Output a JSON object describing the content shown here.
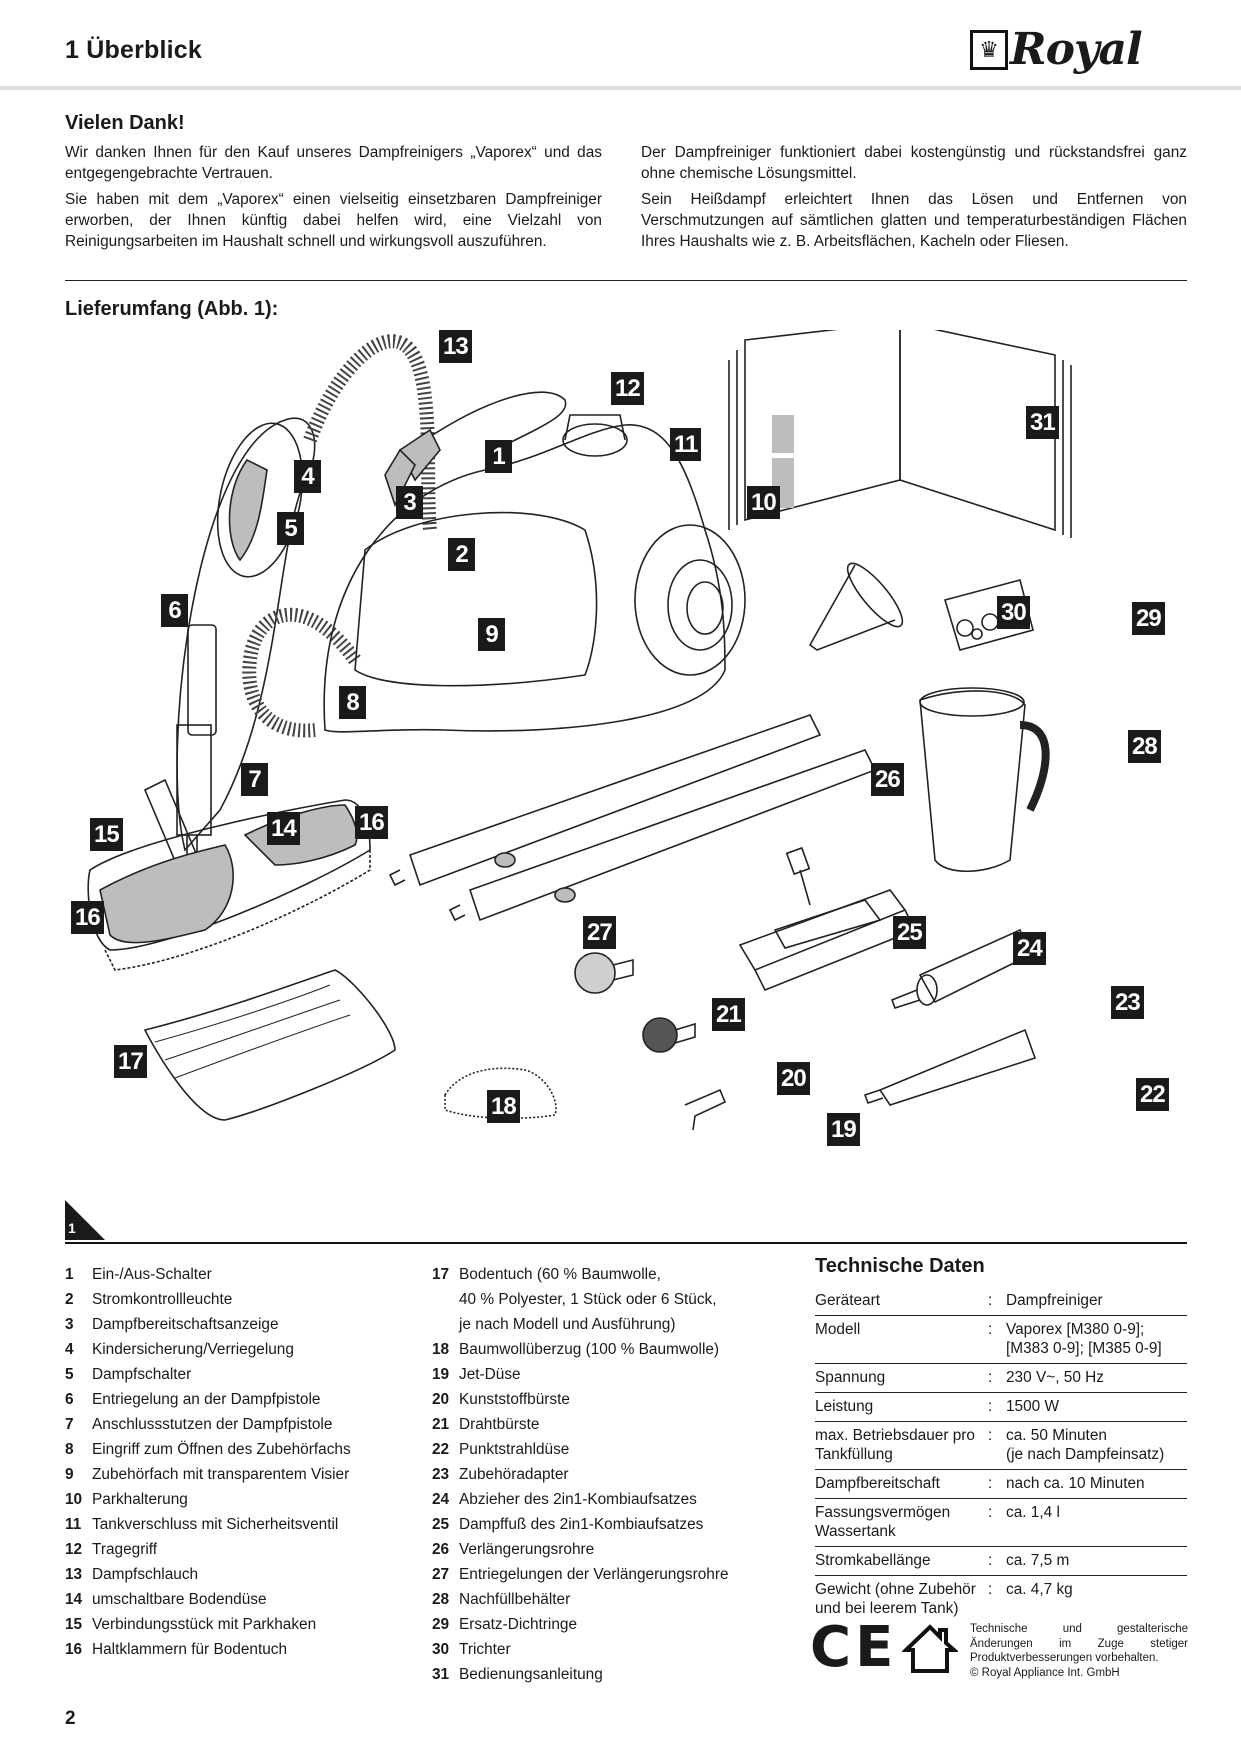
{
  "header": {
    "chapter_title": "1  Überblick",
    "brand": "Royal",
    "brand_emblem": "crown-icon"
  },
  "intro": {
    "heading": "Vielen Dank!",
    "left_paragraphs": [
      "Wir danken Ihnen für den Kauf unseres Dampfreinigers „Vaporex“ und das entgegengebrachte Vertrauen.",
      "Sie haben mit dem „Vaporex“ einen vielseitig einsetzbaren Dampfreiniger erworben, der Ihnen künftig dabei helfen wird, eine Vielzahl von Reinigungsarbeiten im Haushalt schnell und wirkungsvoll auszuführen."
    ],
    "right_paragraphs": [
      "Der Dampfreiniger funktioniert dabei kostengünstig und rückstandsfrei ganz ohne chemische Lösungsmittel.",
      "Sein Heißdampf erleichtert Ihnen das Lösen und Entfernen von Verschmutzungen auf sämtlichen glatten und temperaturbeständigen Flächen Ihres Haushalts wie z. B. Arbeitsflächen, Kacheln oder Fliesen."
    ]
  },
  "scope": {
    "heading": "Lieferumfang (Abb. 1):",
    "figure_number": "1",
    "callouts": [
      "1",
      "2",
      "3",
      "4",
      "5",
      "6",
      "7",
      "8",
      "9",
      "10",
      "11",
      "12",
      "13",
      "14",
      "15",
      "16",
      "16",
      "17",
      "18",
      "19",
      "20",
      "21",
      "22",
      "23",
      "24",
      "25",
      "26",
      "27",
      "28",
      "29",
      "30",
      "31"
    ]
  },
  "legend": {
    "left": [
      {
        "num": "1",
        "text": "Ein-/Aus-Schalter"
      },
      {
        "num": "2",
        "text": "Stromkontrollleuchte"
      },
      {
        "num": "3",
        "text": "Dampfbereitschaftsanzeige"
      },
      {
        "num": "4",
        "text": "Kindersicherung/Verriegelung"
      },
      {
        "num": "5",
        "text": "Dampfschalter"
      },
      {
        "num": "6",
        "text": "Entriegelung an der Dampfpistole"
      },
      {
        "num": "7",
        "text": "Anschlussstutzen der Dampfpistole"
      },
      {
        "num": "8",
        "text": "Eingriff zum Öffnen des Zubehörfachs"
      },
      {
        "num": "9",
        "text": "Zubehörfach mit transparentem Visier"
      },
      {
        "num": "10",
        "text": "Parkhalterung"
      },
      {
        "num": "11",
        "text": "Tankverschluss mit Sicherheitsventil"
      },
      {
        "num": "12",
        "text": "Tragegriff"
      },
      {
        "num": "13",
        "text": "Dampfschlauch"
      },
      {
        "num": "14",
        "text": "umschaltbare Bodendüse"
      },
      {
        "num": "15",
        "text": "Verbindungsstück mit Parkhaken"
      },
      {
        "num": "16",
        "text": "Haltklammern für Bodentuch"
      }
    ],
    "right": [
      {
        "num": "17",
        "text": "Bodentuch (60 % Baumwolle,\n40 % Polyester, 1 Stück oder 6 Stück,\nje nach Modell und Ausführung)"
      },
      {
        "num": "18",
        "text": "Baumwollüberzug (100 % Baumwolle)"
      },
      {
        "num": "19",
        "text": "Jet-Düse"
      },
      {
        "num": "20",
        "text": "Kunststoffbürste"
      },
      {
        "num": "21",
        "text": "Drahtbürste"
      },
      {
        "num": "22",
        "text": "Punktstrahldüse"
      },
      {
        "num": "23",
        "text": "Zubehöradapter"
      },
      {
        "num": "24",
        "text": "Abzieher des 2in1-Kombiaufsatzes"
      },
      {
        "num": "25",
        "text": "Dampffuß des 2in1-Kombiaufsatzes"
      },
      {
        "num": "26",
        "text": "Verlängerungsrohre"
      },
      {
        "num": "27",
        "text": "Entriegelungen der Verlängerungsrohre"
      },
      {
        "num": "28",
        "text": "Nachfüllbehälter"
      },
      {
        "num": "29",
        "text": "Ersatz-Dichtringe"
      },
      {
        "num": "30",
        "text": "Trichter"
      },
      {
        "num": "31",
        "text": "Bedienungsanleitung"
      }
    ]
  },
  "tech": {
    "heading": "Technische Daten",
    "separator": ":",
    "rows": [
      {
        "key": "Geräteart",
        "value": "Dampfreiniger"
      },
      {
        "key": "Modell",
        "value": "Vaporex [M380 0-9];\n[M383 0-9]; [M385 0-9]"
      },
      {
        "key": "Spannung",
        "value": "230 V~, 50 Hz"
      },
      {
        "key": "Leistung",
        "value": "1500 W"
      },
      {
        "key": "max. Betriebsdauer pro\nTankfüllung",
        "value": "ca. 50 Minuten\n(je nach Dampfeinsatz)"
      },
      {
        "key": "Dampfbereitschaft",
        "value": "nach ca. 10 Minuten"
      },
      {
        "key": "Fassungsvermögen\nWassertank",
        "value": "ca. 1,4 l"
      },
      {
        "key": "Stromkabellänge",
        "value": "ca. 7,5 m"
      },
      {
        "key": "Gewicht (ohne Zubehör\nund bei leerem Tank)",
        "value": "ca. 4,7 kg"
      }
    ]
  },
  "footer": {
    "ce_mark": "CE",
    "house_symbol": "house-icon",
    "disclaimer": "Technische und gestalterische Änderungen im Zuge stetiger Produktverbesserungen vorbehalten.",
    "copyright": "© Royal Appliance Int. GmbH",
    "page_number": "2"
  }
}
